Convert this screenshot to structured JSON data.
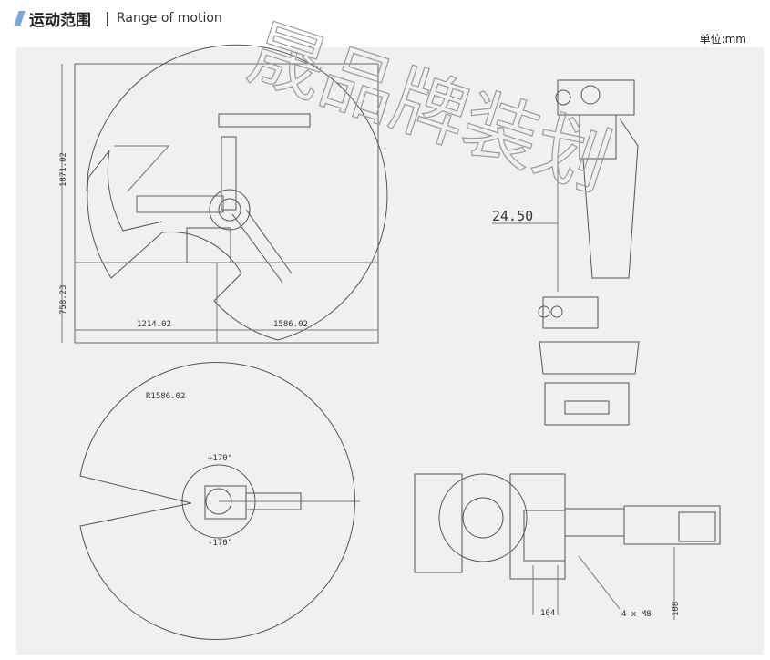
{
  "header": {
    "title": "运动范围",
    "subtitle": "Range of motion"
  },
  "unit_label": "单位:mm",
  "watermark": "晟品牌装划",
  "side_view": {
    "dim_height_upper": "1871.02",
    "dim_height_lower": "758.23",
    "dim_reach_back": "1214.02",
    "dim_reach_front": "1586.02"
  },
  "top_view": {
    "radius_label": "R1586.02",
    "angle_pos": "+170°",
    "angle_neg": "-170°"
  },
  "front_view": {
    "dim_offset": "24.50"
  },
  "base_view": {
    "dim_104": "104",
    "dim_holes": "4 x M8",
    "dim_108": "108"
  },
  "colors": {
    "accent": "#7aa9d9",
    "line": "#555555",
    "panel": "#f0f0f0"
  }
}
